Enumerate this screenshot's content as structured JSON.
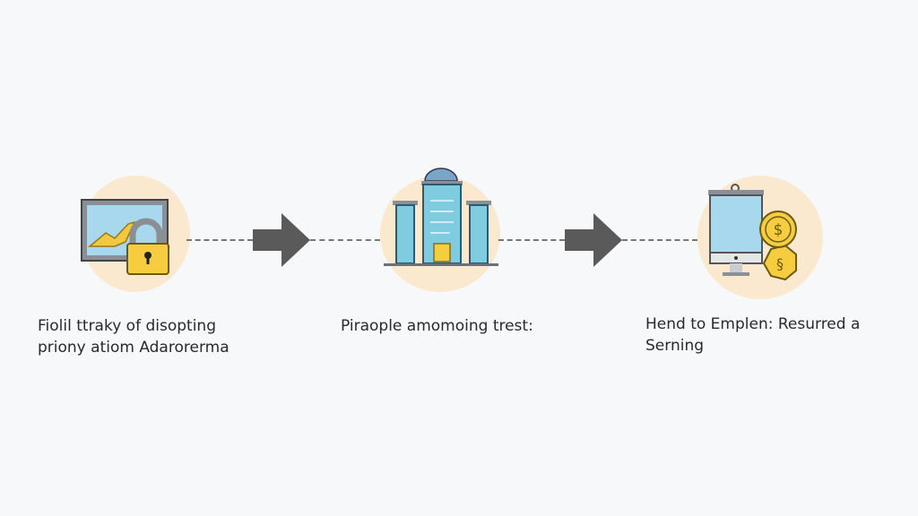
{
  "steps": [
    {
      "icon": "monitor-lock-icon",
      "lines": [
        "Fiolil ttraky of disopting",
        "priony atiom Adarorerma"
      ]
    },
    {
      "icon": "server-building-icon",
      "lines": [
        "Piraople amomoing trest:"
      ]
    },
    {
      "icon": "monitor-coins-icon",
      "lines": [
        "Hend to Emplen: Resurred a",
        "Serning"
      ]
    }
  ],
  "colors": {
    "circle": "#fbe9cf",
    "arrow": "#5a5a5a",
    "screen": "#9fd3ea",
    "lock": "#f5cd3f"
  }
}
